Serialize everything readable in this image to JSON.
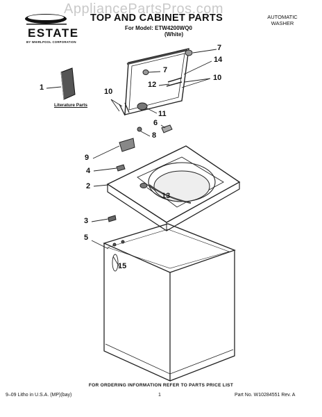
{
  "watermark": "AppliancePartsPros.com",
  "brand": {
    "name": "ESTATE",
    "subtitle": "BY WHIRLPOOL CORPORATION"
  },
  "header": {
    "title": "TOP AND CABINET PARTS",
    "model_line": "For Model: ETW4200WQ0",
    "color_line": "(White)",
    "product_type": "AUTOMATIC WASHER"
  },
  "literature_label": "Literature Parts",
  "callouts": [
    {
      "label": "1"
    },
    {
      "label": "2"
    },
    {
      "label": "3"
    },
    {
      "label": "4"
    },
    {
      "label": "5"
    },
    {
      "label": "6"
    },
    {
      "label": "7"
    },
    {
      "label": "7"
    },
    {
      "label": "8"
    },
    {
      "label": "9"
    },
    {
      "label": "10"
    },
    {
      "label": "10"
    },
    {
      "label": "11"
    },
    {
      "label": "12"
    },
    {
      "label": "13"
    },
    {
      "label": "14"
    },
    {
      "label": "15"
    }
  ],
  "footer": {
    "order_info": "FOR ORDERING INFORMATION REFER TO PARTS PRICE LIST",
    "litho": "9–09 Litho in U.S.A. (MP)(bay)",
    "page": "1",
    "part_no": "Part No. W10284551 Rev. A"
  }
}
